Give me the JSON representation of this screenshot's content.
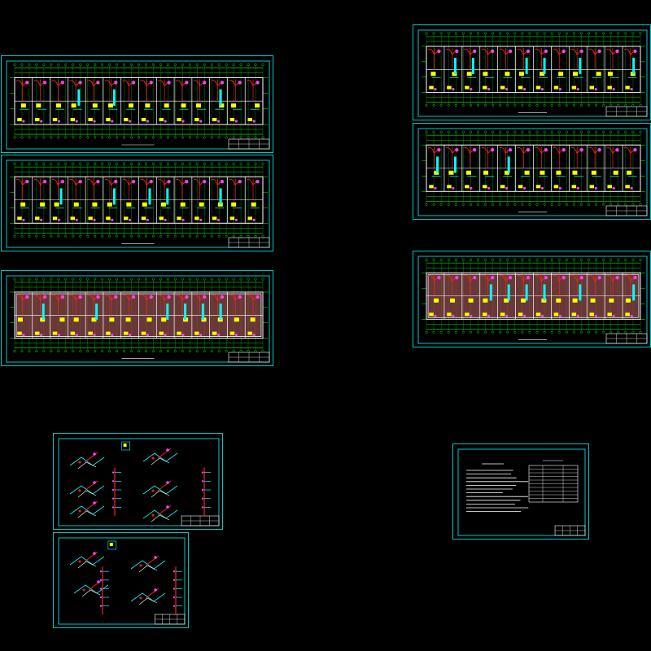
{
  "app": {
    "background": "#000000",
    "colors": {
      "frame": "#00c8c8",
      "wall": "#ffffff",
      "grid": "#00e000",
      "pipe_red": "#ff2020",
      "pipe_magenta": "#ff40ff",
      "fixture_yellow": "#ffff00",
      "pipe_cyan": "#00ffff",
      "roof_fill": "#8c4a4a"
    }
  },
  "sheets": [
    {
      "id": "plan-a",
      "kind": "floor-plan"
    },
    {
      "id": "plan-b",
      "kind": "floor-plan"
    },
    {
      "id": "plan-c",
      "kind": "roof-plan"
    },
    {
      "id": "plan-d",
      "kind": "floor-plan"
    },
    {
      "id": "plan-e",
      "kind": "floor-plan"
    },
    {
      "id": "plan-f",
      "kind": "roof-plan"
    },
    {
      "id": "iso-a",
      "kind": "system-diagram"
    },
    {
      "id": "iso-b",
      "kind": "system-diagram"
    },
    {
      "id": "notes",
      "kind": "design-notes"
    }
  ]
}
